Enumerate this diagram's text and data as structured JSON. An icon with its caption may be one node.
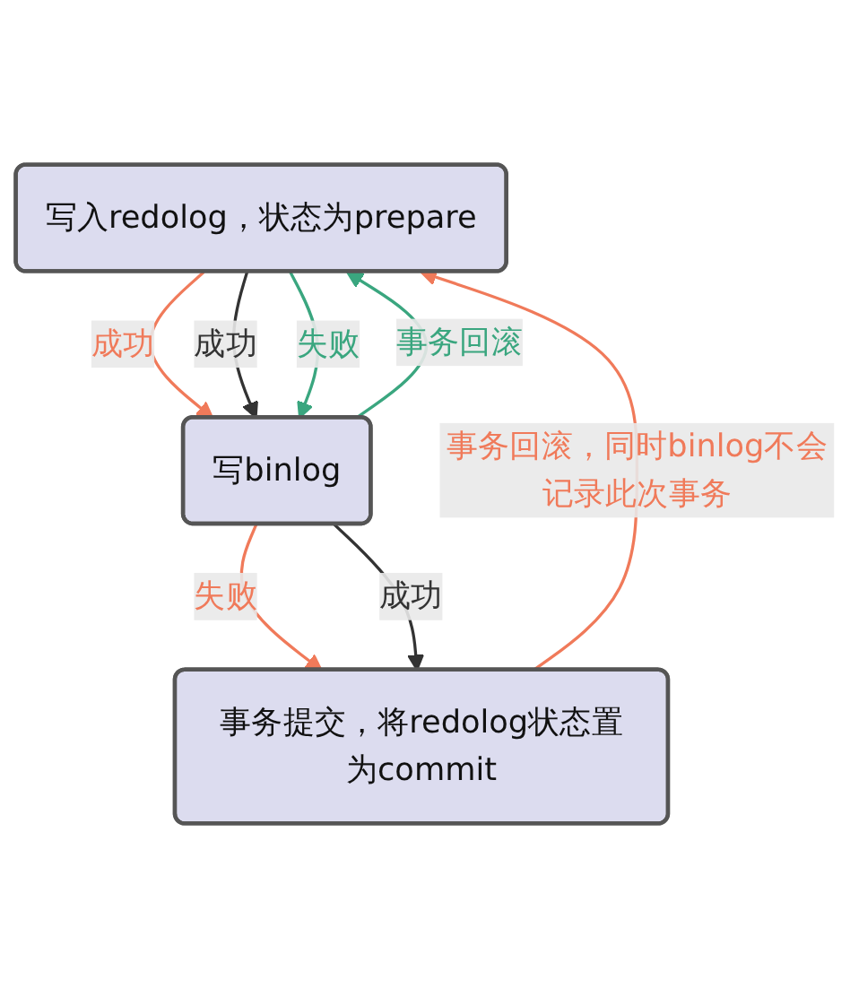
{
  "diagram": {
    "nodes": [
      {
        "text": [
          "写入redolog，状态为prepare"
        ]
      },
      {
        "text": [
          "写binlog"
        ]
      },
      {
        "text": [
          "事务提交，将redolog状态置为commit"
        ]
      }
    ],
    "edges": [
      {
        "from": 0,
        "to": 1,
        "arrow": "to",
        "label": "成功",
        "color": "#f07a5a"
      },
      {
        "from": 0,
        "to": 1,
        "arrow": "to",
        "label": "成功",
        "color": "#333333"
      },
      {
        "from": 0,
        "to": 1,
        "arrow": "to",
        "label": "失败",
        "color": "#3aa67f"
      },
      {
        "from": 1,
        "to": 0,
        "arrow": "to",
        "label": "事务回滚",
        "color": "#3aa67f"
      },
      {
        "from": 1,
        "to": 2,
        "arrow": "to",
        "label": "失败",
        "color": "#f07a5a"
      },
      {
        "from": 1,
        "to": 2,
        "arrow": "to",
        "label": "成功",
        "color": "#333333"
      },
      {
        "from": 2,
        "to": 0,
        "arrow": "to",
        "label": "事务回滚，同时binlog不会记录此次事务",
        "color": "#f07a5a"
      }
    ]
  }
}
